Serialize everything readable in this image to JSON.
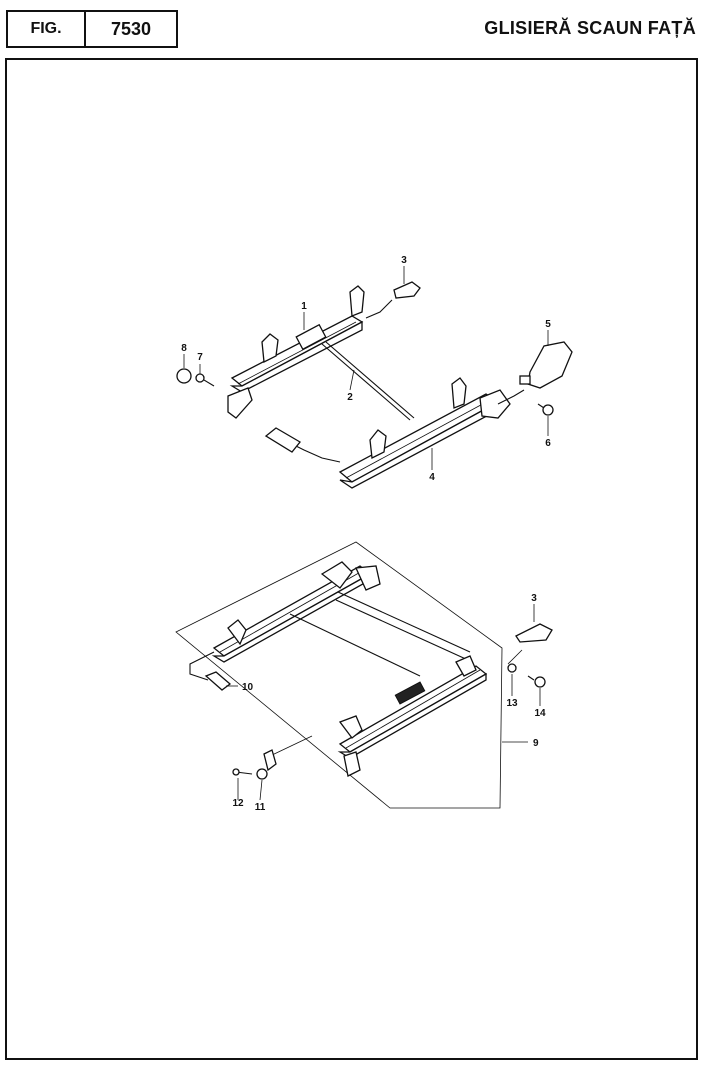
{
  "header": {
    "fig_label": "FIG.",
    "fig_number": "7530",
    "title": "GLISIERĂ SCAUN FAȚĂ"
  },
  "callouts": {
    "c1": "1",
    "c2": "2",
    "c3a": "3",
    "c3b": "3",
    "c4": "4",
    "c5": "5",
    "c6": "6",
    "c7": "7",
    "c8": "8",
    "c9": "9",
    "c10": "10",
    "c11": "11",
    "c12": "12",
    "c13": "13",
    "c14": "14"
  }
}
